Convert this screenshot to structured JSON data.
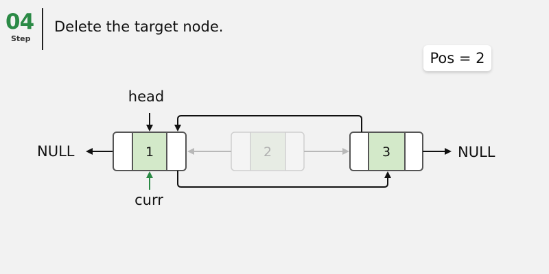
{
  "step": {
    "number": "04",
    "label": "Step",
    "title": "Delete the target node."
  },
  "badge": {
    "text": "Pos = 2"
  },
  "diagram": {
    "pointers": {
      "head": "head",
      "curr": "curr"
    },
    "null_left": "NULL",
    "null_right": "NULL",
    "nodes": [
      {
        "value": "1",
        "state": "active"
      },
      {
        "value": "2",
        "state": "deleted"
      },
      {
        "value": "3",
        "state": "active"
      }
    ],
    "colors": {
      "data_fill": "#d3e9c9",
      "step_green": "#2b8a46",
      "curr_arrow": "#2b8a46",
      "faded": "#b5b5b5"
    }
  }
}
